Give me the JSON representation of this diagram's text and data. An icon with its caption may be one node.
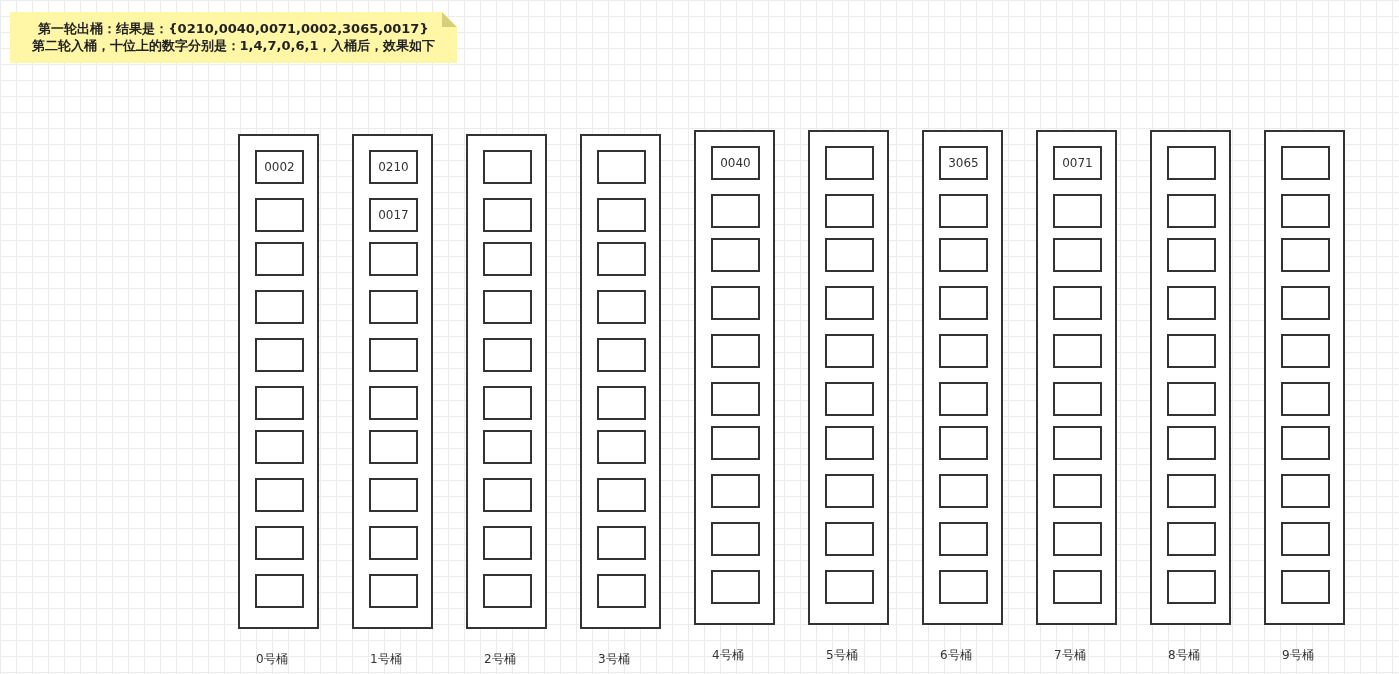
{
  "diagram": {
    "nodes": [
      {
        "text": [
          "第一轮出桶：结果是：{0210,0040,0071,0002,3065,0017}",
          "第二轮入桶，十位上的数字分别是：1,4,7,0,6,1，入桶后，效果如下"
        ]
      },
      {
        "text": [],
        "shape": "box",
        "beside": [
          "0号桶"
        ]
      },
      {
        "text": [
          "0002"
        ],
        "in": 1
      },
      {
        "text": [],
        "shape": "box",
        "in": 1
      },
      {
        "text": [],
        "shape": "box",
        "in": 1
      },
      {
        "text": [],
        "shape": "box",
        "in": 1
      },
      {
        "text": [],
        "shape": "box",
        "in": 1
      },
      {
        "text": [],
        "shape": "box",
        "in": 1
      },
      {
        "text": [],
        "shape": "box",
        "in": 1
      },
      {
        "text": [],
        "shape": "box",
        "in": 1
      },
      {
        "text": [],
        "shape": "box",
        "in": 1
      },
      {
        "text": [],
        "shape": "box",
        "in": 1
      },
      {
        "text": [],
        "shape": "box",
        "beside": [
          "1号桶"
        ]
      },
      {
        "text": [
          "0210"
        ],
        "in": 12
      },
      {
        "text": [
          "0017"
        ],
        "in": 12
      },
      {
        "text": [],
        "shape": "box",
        "in": 12
      },
      {
        "text": [],
        "shape": "box",
        "in": 12
      },
      {
        "text": [],
        "shape": "box",
        "in": 12
      },
      {
        "text": [],
        "shape": "box",
        "in": 12
      },
      {
        "text": [],
        "shape": "box",
        "in": 12
      },
      {
        "text": [],
        "shape": "box",
        "in": 12
      },
      {
        "text": [],
        "shape": "box",
        "in": 12
      },
      {
        "text": [],
        "shape": "box",
        "in": 12
      },
      {
        "text": [],
        "shape": "box",
        "beside": [
          "2号桶"
        ]
      },
      {
        "text": [],
        "shape": "box",
        "in": 23
      },
      {
        "text": [],
        "shape": "box",
        "in": 23
      },
      {
        "text": [],
        "shape": "box",
        "in": 23
      },
      {
        "text": [],
        "shape": "box",
        "in": 23
      },
      {
        "text": [],
        "shape": "box",
        "in": 23
      },
      {
        "text": [],
        "shape": "box",
        "in": 23
      },
      {
        "text": [],
        "shape": "box",
        "in": 23
      },
      {
        "text": [],
        "shape": "box",
        "in": 23
      },
      {
        "text": [],
        "shape": "box",
        "in": 23
      },
      {
        "text": [],
        "shape": "box",
        "in": 23
      },
      {
        "text": [],
        "shape": "box",
        "beside": [
          "3号桶"
        ]
      },
      {
        "text": [],
        "shape": "box",
        "in": 34
      },
      {
        "text": [],
        "shape": "box",
        "in": 34
      },
      {
        "text": [],
        "shape": "box",
        "in": 34
      },
      {
        "text": [],
        "shape": "box",
        "in": 34
      },
      {
        "text": [],
        "shape": "box",
        "in": 34
      },
      {
        "text": [],
        "shape": "box",
        "in": 34
      },
      {
        "text": [],
        "shape": "box",
        "in": 34
      },
      {
        "text": [],
        "shape": "box",
        "in": 34
      },
      {
        "text": [],
        "shape": "box",
        "in": 34
      },
      {
        "text": [],
        "shape": "box",
        "in": 34
      },
      {
        "text": [],
        "shape": "box",
        "beside": [
          "4号桶"
        ]
      },
      {
        "text": [
          "0040"
        ],
        "in": 45
      },
      {
        "text": [],
        "shape": "box",
        "in": 45
      },
      {
        "text": [],
        "shape": "box",
        "in": 45
      },
      {
        "text": [],
        "shape": "box",
        "in": 45
      },
      {
        "text": [],
        "shape": "box",
        "in": 45
      },
      {
        "text": [],
        "shape": "box",
        "in": 45
      },
      {
        "text": [],
        "shape": "box",
        "in": 45
      },
      {
        "text": [],
        "shape": "box",
        "in": 45
      },
      {
        "text": [],
        "shape": "box",
        "in": 45
      },
      {
        "text": [],
        "shape": "box",
        "in": 45
      },
      {
        "text": [],
        "shape": "box",
        "beside": [
          "5号桶"
        ]
      },
      {
        "text": [],
        "shape": "box",
        "in": 56
      },
      {
        "text": [],
        "shape": "box",
        "in": 56
      },
      {
        "text": [],
        "shape": "box",
        "in": 56
      },
      {
        "text": [],
        "shape": "box",
        "in": 56
      },
      {
        "text": [],
        "shape": "box",
        "in": 56
      },
      {
        "text": [],
        "shape": "box",
        "in": 56
      },
      {
        "text": [],
        "shape": "box",
        "in": 56
      },
      {
        "text": [],
        "shape": "box",
        "in": 56
      },
      {
        "text": [],
        "shape": "box",
        "in": 56
      },
      {
        "text": [],
        "shape": "box",
        "in": 56
      },
      {
        "text": [],
        "shape": "box",
        "beside": [
          "6号桶"
        ]
      },
      {
        "text": [
          "3065"
        ],
        "in": 67
      },
      {
        "text": [],
        "shape": "box",
        "in": 67
      },
      {
        "text": [],
        "shape": "box",
        "in": 67
      },
      {
        "text": [],
        "shape": "box",
        "in": 67
      },
      {
        "text": [],
        "shape": "box",
        "in": 67
      },
      {
        "text": [],
        "shape": "box",
        "in": 67
      },
      {
        "text": [],
        "shape": "box",
        "in": 67
      },
      {
        "text": [],
        "shape": "box",
        "in": 67
      },
      {
        "text": [],
        "shape": "box",
        "in": 67
      },
      {
        "text": [],
        "shape": "box",
        "in": 67
      },
      {
        "text": [],
        "shape": "box",
        "beside": [
          "7号桶"
        ]
      },
      {
        "text": [
          "0071"
        ],
        "in": 78
      },
      {
        "text": [],
        "shape": "box",
        "in": 78
      },
      {
        "text": [],
        "shape": "box",
        "in": 78
      },
      {
        "text": [],
        "shape": "box",
        "in": 78
      },
      {
        "text": [],
        "shape": "box",
        "in": 78
      },
      {
        "text": [],
        "shape": "box",
        "in": 78
      },
      {
        "text": [],
        "shape": "box",
        "in": 78
      },
      {
        "text": [],
        "shape": "box",
        "in": 78
      },
      {
        "text": [],
        "shape": "box",
        "in": 78
      },
      {
        "text": [],
        "shape": "box",
        "in": 78
      },
      {
        "text": [],
        "shape": "box",
        "beside": [
          "8号桶"
        ]
      },
      {
        "text": [],
        "shape": "box",
        "in": 89
      },
      {
        "text": [],
        "shape": "box",
        "in": 89
      },
      {
        "text": [],
        "shape": "box",
        "in": 89
      },
      {
        "text": [],
        "shape": "box",
        "in": 89
      },
      {
        "text": [],
        "shape": "box",
        "in": 89
      },
      {
        "text": [],
        "shape": "box",
        "in": 89
      },
      {
        "text": [],
        "shape": "box",
        "in": 89
      },
      {
        "text": [],
        "shape": "box",
        "in": 89
      },
      {
        "text": [],
        "shape": "box",
        "in": 89
      },
      {
        "text": [],
        "shape": "box",
        "in": 89
      },
      {
        "text": [],
        "shape": "box",
        "beside": [
          "9号桶"
        ]
      },
      {
        "text": [],
        "shape": "box",
        "in": 100
      },
      {
        "text": [],
        "shape": "box",
        "in": 100
      },
      {
        "text": [],
        "shape": "box",
        "in": 100
      },
      {
        "text": [],
        "shape": "box",
        "in": 100
      },
      {
        "text": [],
        "shape": "box",
        "in": 100
      },
      {
        "text": [],
        "shape": "box",
        "in": 100
      },
      {
        "text": [],
        "shape": "box",
        "in": 100
      },
      {
        "text": [],
        "shape": "box",
        "in": 100
      },
      {
        "text": [],
        "shape": "box",
        "in": 100
      },
      {
        "text": [],
        "shape": "box",
        "in": 100
      }
    ]
  }
}
